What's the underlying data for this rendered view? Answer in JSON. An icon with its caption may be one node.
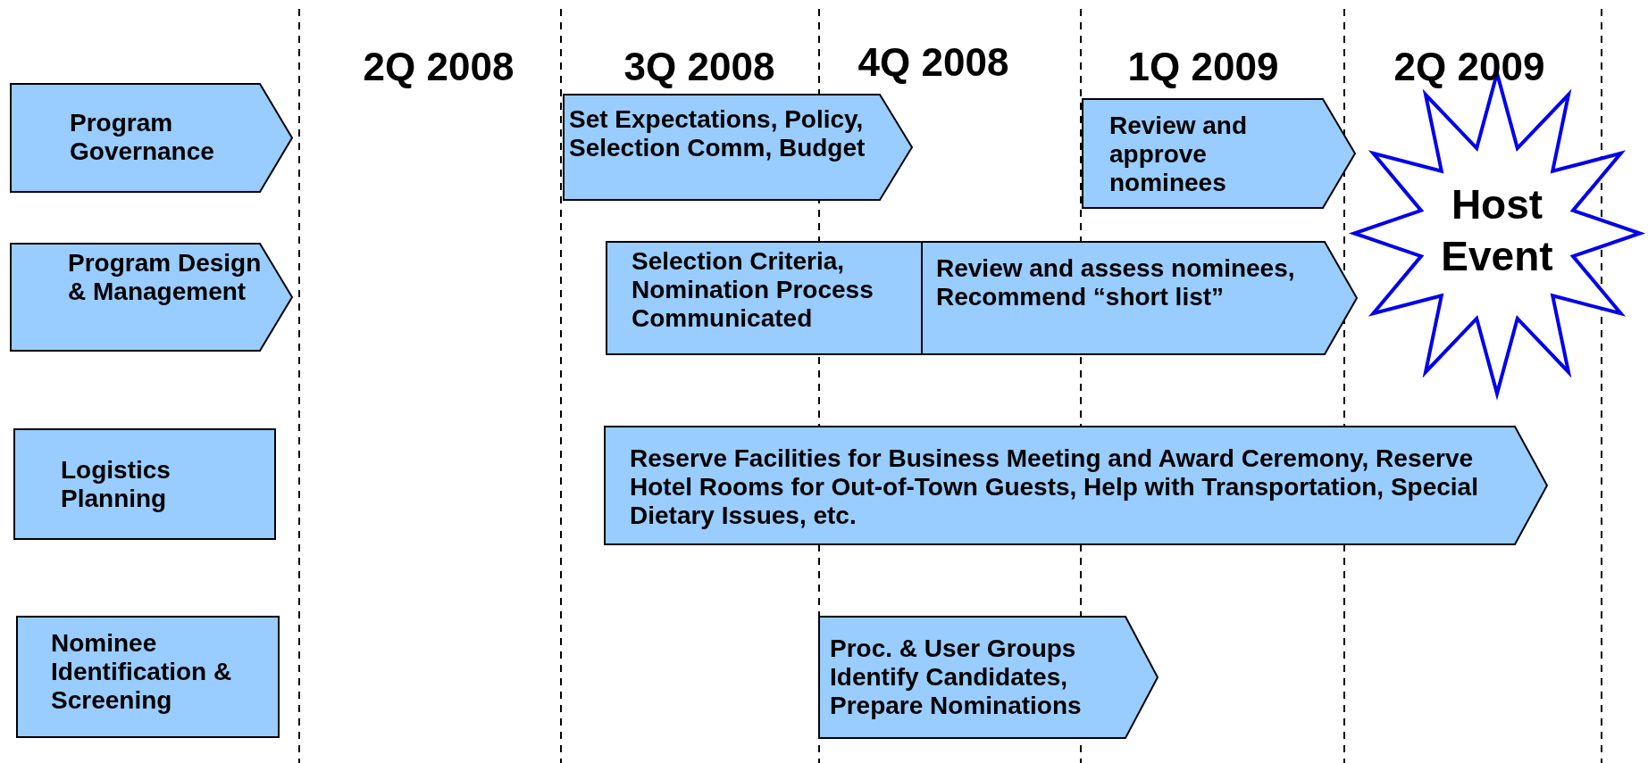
{
  "diagram": {
    "nodes": [
      {
        "text": [
          "Program Governance"
        ]
      },
      {
        "text": [
          "Program Design & Management"
        ]
      },
      {
        "text": [
          "Logistics Planning"
        ]
      },
      {
        "text": [
          "Nominee Identification & Screening"
        ]
      },
      {
        "text": [
          "Set Expectations, Policy, Selection Comm, Budget"
        ]
      },
      {
        "text": [
          "Review and approve nominees"
        ]
      },
      {
        "text": [
          "Selection Criteria, Nomination Process Communicated"
        ]
      },
      {
        "text": [
          "Review and assess nominees, Recommend “short list”"
        ]
      },
      {
        "text": [
          "Reserve Facilities for Business Meeting and Award Ceremony, Reserve Hotel Rooms for Out-of-Town Guests, Help with Transportation, Special Dietary Issues, etc."
        ]
      },
      {
        "text": [
          "Proc. & User Groups Identify Candidates, Prepare Nominations"
        ]
      },
      {
        "text": [
          "Host Event"
        ]
      }
    ],
    "labels": [
      "2Q 2008",
      "3Q 2008",
      "4Q 2008",
      "1Q 2009",
      "2Q 2009"
    ]
  }
}
